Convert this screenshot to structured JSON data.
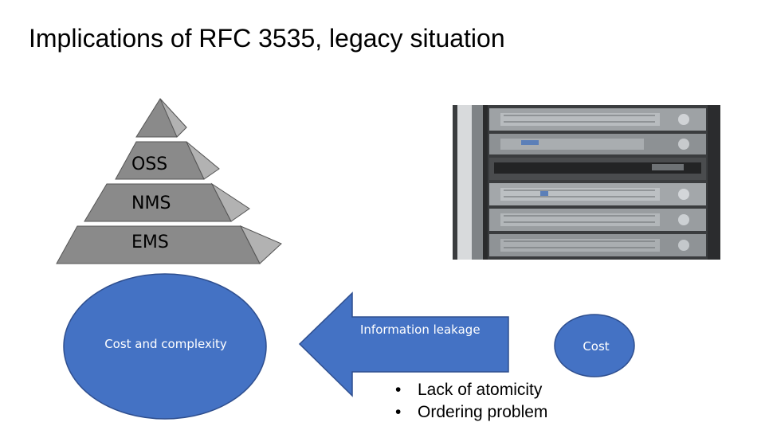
{
  "slide": {
    "title": "Implications of RFC 3535, legacy situation"
  },
  "pyramid": {
    "layers": [
      "OSS",
      "NMS",
      "EMS"
    ]
  },
  "shapes": {
    "cost_complexity": "Cost and complexity",
    "information_leakage": "Information leakage",
    "cost": "Cost"
  },
  "bullets": [
    "Lack of atomicity",
    "Ordering problem"
  ],
  "colors": {
    "pyramid_fill": "#8a8a8a",
    "pyramid_side": "#b2b2b2",
    "blue_shape": "#4472c4",
    "shape_border": "#2f4f8f"
  }
}
